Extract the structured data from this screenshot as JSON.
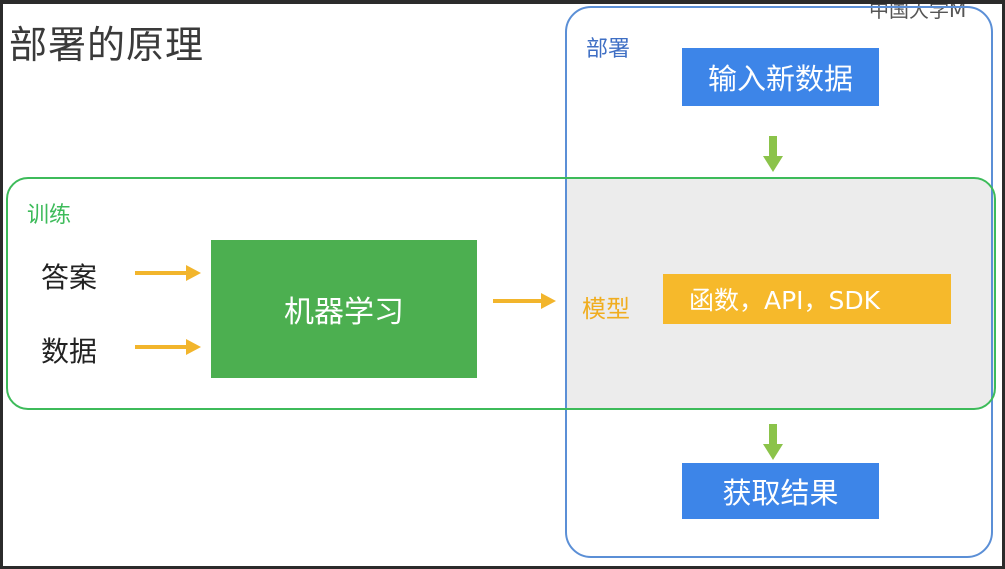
{
  "slide": {
    "title": "部署的原理",
    "watermark": "中国大学M",
    "deploy": {
      "label": "部署",
      "new_data": "输入新数据",
      "result": "获取结果"
    },
    "train": {
      "label": "训练",
      "inputs": [
        "答案",
        "数据"
      ],
      "ml": "机器学习"
    },
    "model": {
      "label": "模型",
      "forms": "函数，API，SDK"
    }
  },
  "colors": {
    "train": "#3dbb5a",
    "deploy": "#5b8fd6",
    "blue_box": "#3d85e8",
    "ml_box": "#4caf50",
    "model": "#f6b92b",
    "arrow_orange": "#f2b52c",
    "arrow_green": "#8bc34a"
  }
}
